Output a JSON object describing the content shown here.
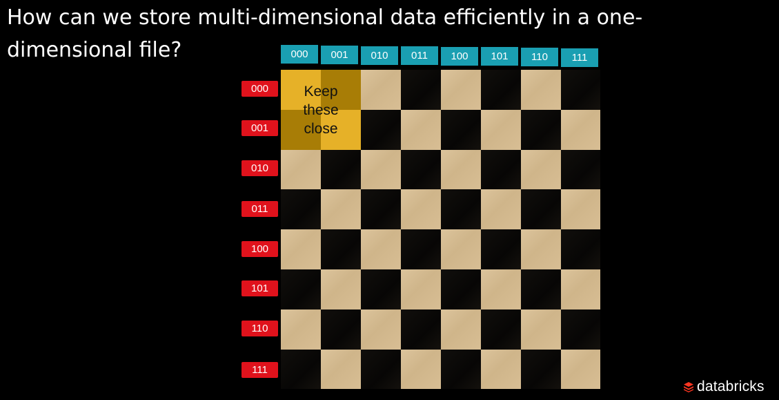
{
  "title": "How can we store multi-dimensional data efficiently in a one-\ndimensional file?",
  "column_labels": [
    "000",
    "001",
    "010",
    "011",
    "100",
    "101",
    "110",
    "111"
  ],
  "row_labels": [
    "000",
    "001",
    "010",
    "011",
    "100",
    "101",
    "110",
    "111"
  ],
  "highlight": {
    "text": "Keep\nthese\nclose",
    "color": "#e6b128"
  },
  "colors": {
    "column_label_bg": "#1a9fb2",
    "row_label_bg": "#e0121c",
    "light_square": "#d4bb90",
    "dark_square": "#0a0907"
  },
  "logo": {
    "text": "databricks",
    "icon": "databricks-stack-icon"
  }
}
